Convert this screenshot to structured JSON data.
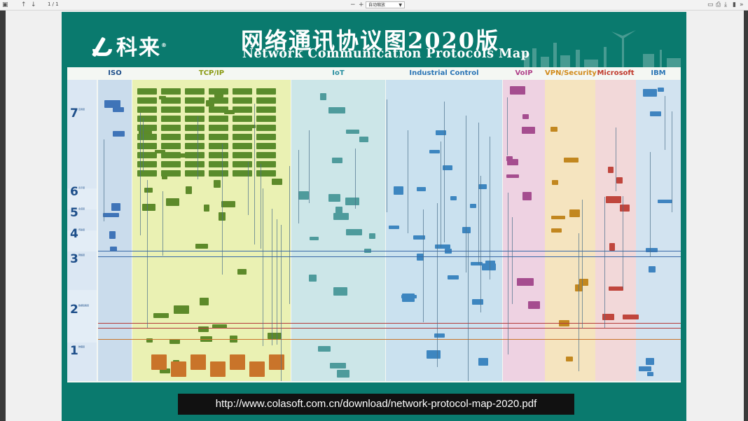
{
  "toolbar": {
    "page_indicator": "1 / 1",
    "zoom_minus": "−",
    "zoom_plus": "+",
    "zoom_value": "自动缩放",
    "sidebar_toggle_icon": "sidebar-icon",
    "up_icon": "arrow-up-icon",
    "down_icon": "arrow-down-icon",
    "right_icons": [
      "presentation-icon",
      "print-icon",
      "download-icon",
      "bookmark-icon",
      "more-icon"
    ]
  },
  "poster": {
    "brand": "科来",
    "brand_mark": "®",
    "title_cn": "网络通讯协议图2020版",
    "title_en": "Network Communication Protocols Map",
    "colors": {
      "background": "#0a7a6e",
      "iso": "#bcd3ea",
      "tcpip": "#e7ef9e",
      "iot": "#bfe0e4",
      "industrial": "#bcd9ee",
      "voip": "#ecc6dc",
      "vpn": "#f5deae",
      "microsoft": "#f2ced0",
      "ibm": "#c7dcef"
    },
    "columns": [
      {
        "key": "iso",
        "label": "ISO",
        "color": "#1e4f8a"
      },
      {
        "key": "tcpip",
        "label": "TCP/IP",
        "color": "#8a9a12"
      },
      {
        "key": "iot",
        "label": "IoT",
        "color": "#2a8fa0"
      },
      {
        "key": "industrial",
        "label": "Industrial Control",
        "color": "#2a74b5"
      },
      {
        "key": "voip",
        "label": "VoIP",
        "color": "#b0428a"
      },
      {
        "key": "vpn",
        "label": "VPN/Security",
        "color": "#d18a1a"
      },
      {
        "key": "microsoft",
        "label": "Microsoft",
        "color": "#c0392b"
      },
      {
        "key": "ibm",
        "label": "IBM",
        "color": "#2a74b5"
      }
    ],
    "layers": [
      {
        "num": "7",
        "label": "应用层"
      },
      {
        "num": "6",
        "label": "表示层"
      },
      {
        "num": "5",
        "label": "会话层"
      },
      {
        "num": "4",
        "label": "传输层"
      },
      {
        "num": "3",
        "label": "网络层"
      },
      {
        "num": "2",
        "label": "数据链路层"
      },
      {
        "num": "1",
        "label": "物理层"
      }
    ]
  },
  "url_caption": "http://www.colasoft.com.cn/download/network-protocol-map-2020.pdf"
}
